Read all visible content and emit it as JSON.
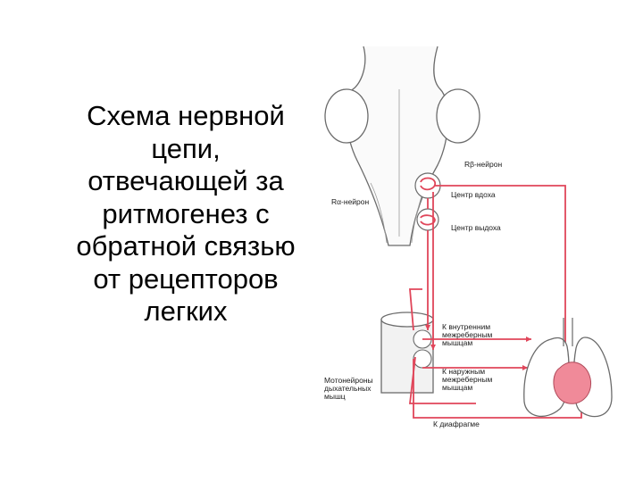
{
  "slide": {
    "title_lines": [
      "Схема нервной",
      "цепи,",
      "отвечающей за",
      "ритмогенез с",
      "обратной связью",
      "от рецепторов",
      "легких"
    ]
  },
  "diagram": {
    "labels": {
      "r_beta_neuron": "Rβ-нейрон",
      "r_alpha_neuron": "Rα-нейрон",
      "inspiration_center": "Центр вдоха",
      "expiration_center": "Центр выдоха",
      "to_internal_line1": "К внутренним",
      "to_internal_line2": "межреберным",
      "to_internal_line3": "мышцам",
      "to_external_line1": "К наружным",
      "to_external_line2": "межреберным",
      "to_external_line3": "мышцам",
      "motoneurons_line1": "Мотонейроны",
      "motoneurons_line2": "дыхательных",
      "motoneurons_line3": "мышц",
      "to_diaphragm": "К диафрагме"
    },
    "colors": {
      "pathway": "#e0465a",
      "outline": "#6b6b6b",
      "heart": "#f08a99"
    }
  }
}
